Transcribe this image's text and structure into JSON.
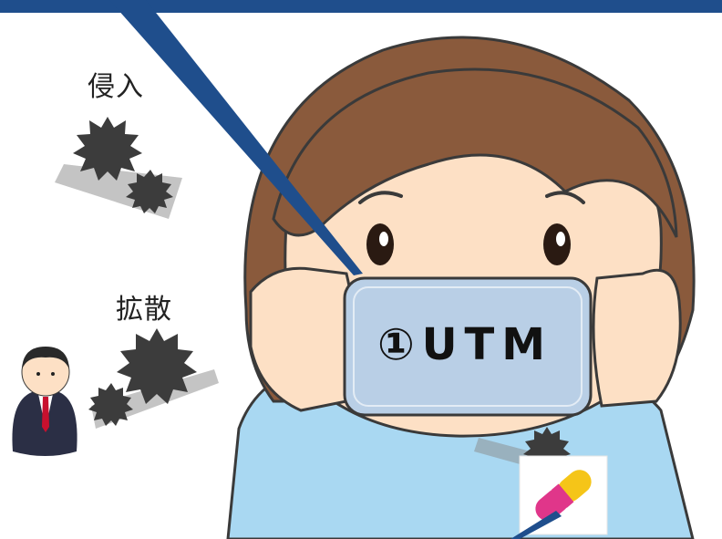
{
  "labels": {
    "invasion": "侵入",
    "spread": "拡散",
    "mask_text": "①UTM"
  },
  "colors": {
    "banner": "#1f4e8c",
    "skin": "#fde0c5",
    "hair": "#8a5a3c",
    "shirt": "#a9d8f2",
    "mask": "#b9cfe6",
    "virus": "#3c3c3c",
    "tie": "#c8102e"
  },
  "icons": [
    "virus-icon",
    "businessman-icon",
    "capsule-icon",
    "girl-with-mask-illustration"
  ]
}
